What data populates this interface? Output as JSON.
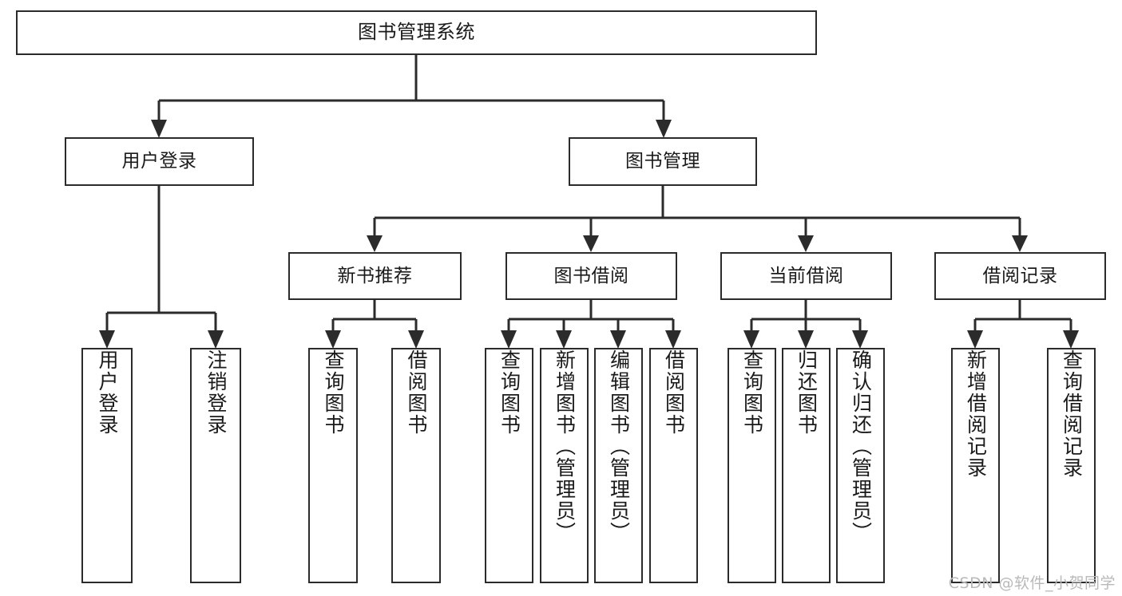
{
  "diagram": {
    "title": "图书管理系统",
    "type": "tree-hierarchy",
    "watermark": "CSDN @软件_小贺同学",
    "colors": {
      "box_border": "#2b2b2b",
      "box_fill": "#ffffff",
      "edge": "#2b2b2b",
      "text": "#1a1a1a",
      "watermark": "#b9b9b9",
      "background": "#ffffff"
    },
    "nodes": {
      "root": {
        "id": "root",
        "label": "图书管理系统",
        "level": 1,
        "orientation": "horizontal"
      },
      "level2": [
        {
          "id": "user-login",
          "label": "用户登录",
          "level": 2,
          "orientation": "horizontal"
        },
        {
          "id": "book-management",
          "label": "图书管理",
          "level": 2,
          "orientation": "horizontal"
        }
      ],
      "level3": [
        {
          "id": "new-book-recommend",
          "label": "新书推荐",
          "level": 3,
          "orientation": "horizontal",
          "parent": "book-management"
        },
        {
          "id": "book-borrow",
          "label": "图书借阅",
          "level": 3,
          "orientation": "horizontal",
          "parent": "book-management"
        },
        {
          "id": "current-borrow",
          "label": "当前借阅",
          "level": 3,
          "orientation": "horizontal",
          "parent": "book-management"
        },
        {
          "id": "borrow-record",
          "label": "借阅记录",
          "level": 3,
          "orientation": "horizontal",
          "parent": "book-management"
        }
      ],
      "leaves": [
        {
          "id": "leaf-user-login",
          "label": "用户登录",
          "orientation": "vertical",
          "parent": "user-login"
        },
        {
          "id": "leaf-user-logout",
          "label": "注销登录",
          "orientation": "vertical",
          "parent": "user-login"
        },
        {
          "id": "leaf-query-book-1",
          "label": "查询图书",
          "orientation": "vertical",
          "parent": "new-book-recommend"
        },
        {
          "id": "leaf-borrow-book-1",
          "label": "借阅图书",
          "orientation": "vertical",
          "parent": "new-book-recommend"
        },
        {
          "id": "leaf-query-book-2",
          "label": "查询图书",
          "orientation": "vertical",
          "parent": "book-borrow"
        },
        {
          "id": "leaf-add-book",
          "label": "新增图书（管理员）",
          "orientation": "vertical",
          "parent": "book-borrow"
        },
        {
          "id": "leaf-edit-book",
          "label": "编辑图书（管理员）",
          "orientation": "vertical",
          "parent": "book-borrow"
        },
        {
          "id": "leaf-borrow-book-2",
          "label": "借阅图书",
          "orientation": "vertical",
          "parent": "book-borrow"
        },
        {
          "id": "leaf-query-book-3",
          "label": "查询图书",
          "orientation": "vertical",
          "parent": "current-borrow"
        },
        {
          "id": "leaf-return-book",
          "label": "归还图书",
          "orientation": "vertical",
          "parent": "current-borrow"
        },
        {
          "id": "leaf-confirm-return",
          "label": "确认归还（管理员）",
          "orientation": "vertical",
          "parent": "current-borrow"
        },
        {
          "id": "leaf-add-record",
          "label": "新增借阅记录",
          "orientation": "vertical",
          "parent": "borrow-record"
        },
        {
          "id": "leaf-query-record",
          "label": "查询借阅记录",
          "orientation": "vertical",
          "parent": "borrow-record"
        }
      ]
    }
  }
}
